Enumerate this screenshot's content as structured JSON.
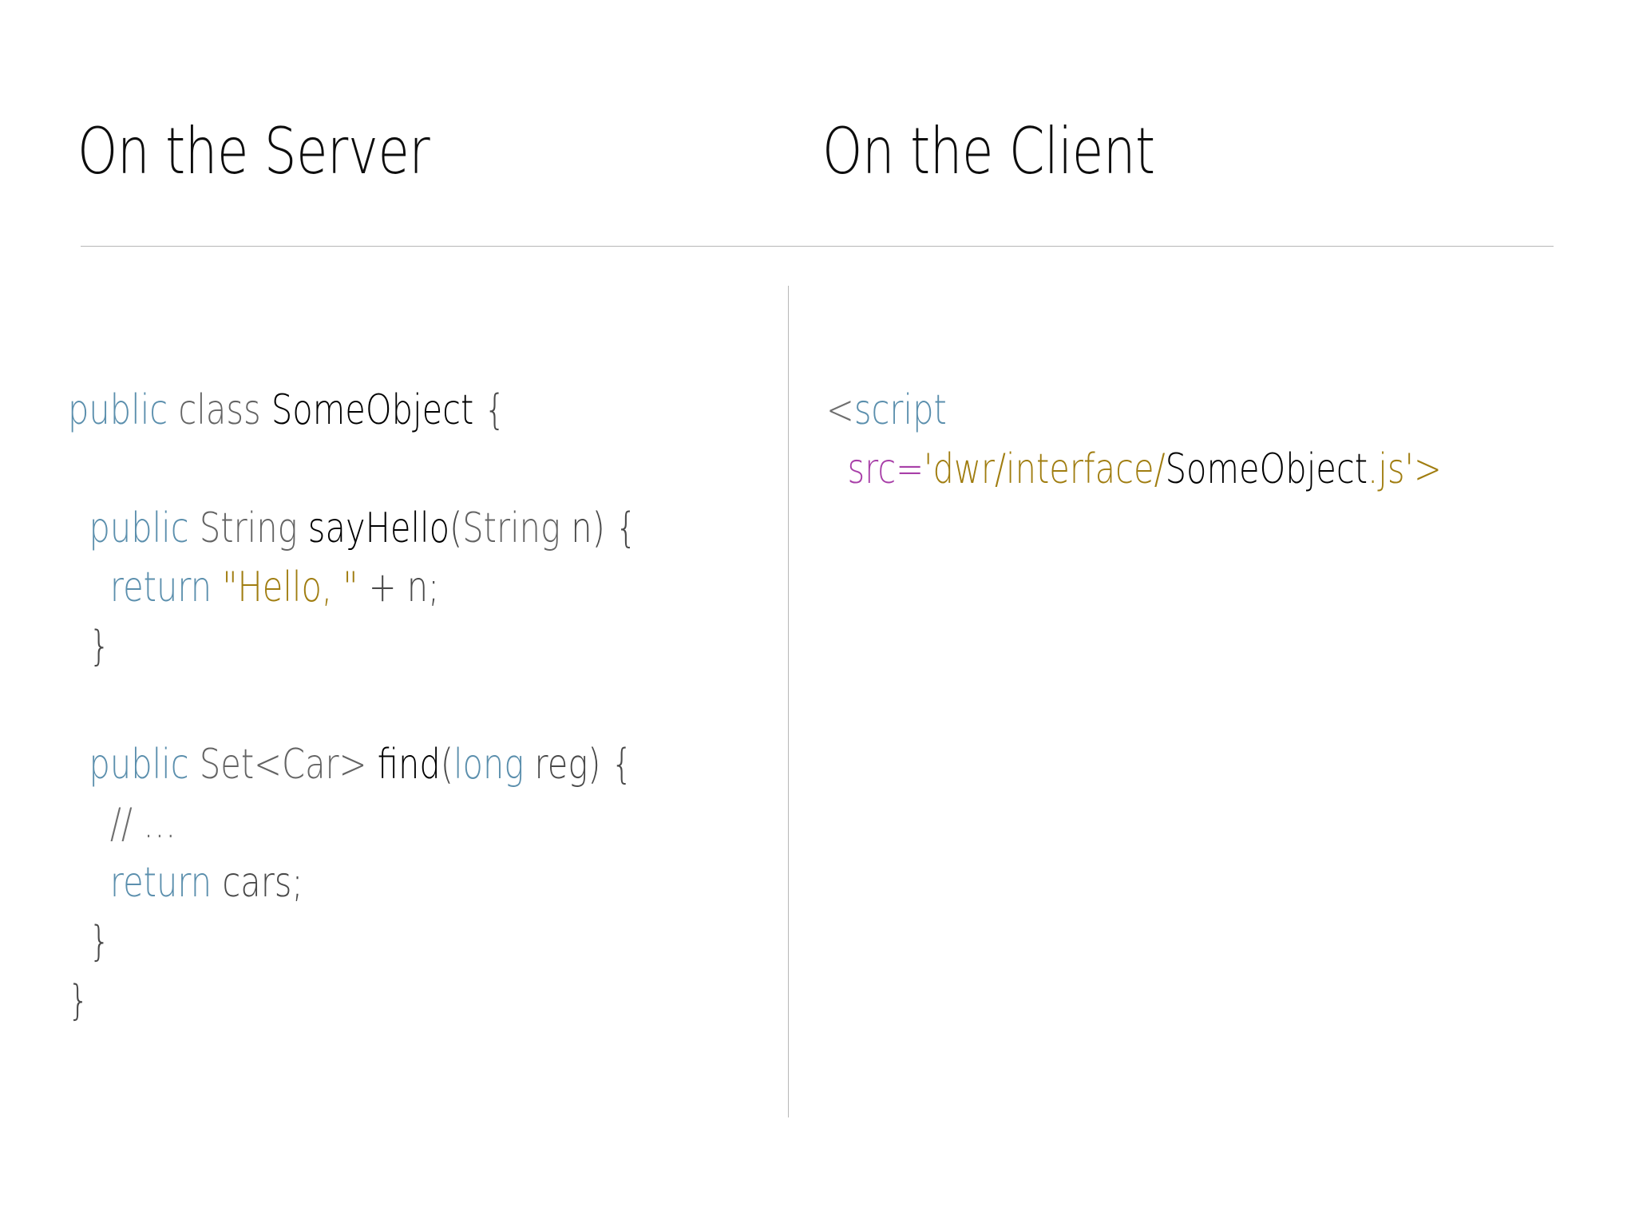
{
  "slide": {
    "background_color": "#ffffff",
    "divider_color": "#b7b7b7"
  },
  "headings": {
    "server": "On the Server",
    "client": "On the Client"
  },
  "colors": {
    "keyword_blue": "#5b8fad",
    "type_grey": "#646464",
    "identifier_black": "#000000",
    "string_gold": "#a07d10",
    "attribute_purple": "#a83fa8",
    "comment_grey": "#6e6e6e",
    "rule_grey": "#b7b7b7"
  },
  "server_code": {
    "lines": [
      {
        "tokens": [
          {
            "t": "public",
            "c": "kw"
          },
          {
            "t": " ",
            "c": "punc"
          },
          {
            "t": "class",
            "c": "type"
          },
          {
            "t": " ",
            "c": "punc"
          },
          {
            "t": "SomeObject",
            "c": "name"
          },
          {
            "t": " {",
            "c": "punc"
          }
        ]
      },
      {
        "tokens": []
      },
      {
        "tokens": [
          {
            "t": "  ",
            "c": "punc"
          },
          {
            "t": "public",
            "c": "kw"
          },
          {
            "t": " ",
            "c": "punc"
          },
          {
            "t": "String",
            "c": "type"
          },
          {
            "t": " ",
            "c": "punc"
          },
          {
            "t": "sayHello",
            "c": "name"
          },
          {
            "t": "(",
            "c": "punc"
          },
          {
            "t": "String",
            "c": "type"
          },
          {
            "t": " n",
            "c": "punc"
          },
          {
            "t": ") {",
            "c": "punc"
          }
        ]
      },
      {
        "tokens": [
          {
            "t": "    ",
            "c": "punc"
          },
          {
            "t": "return",
            "c": "kw"
          },
          {
            "t": " ",
            "c": "punc"
          },
          {
            "t": "\"Hello, \"",
            "c": "str"
          },
          {
            "t": " + n;",
            "c": "punc"
          }
        ]
      },
      {
        "tokens": [
          {
            "t": "  }",
            "c": "punc"
          }
        ]
      },
      {
        "tokens": []
      },
      {
        "tokens": [
          {
            "t": "  ",
            "c": "punc"
          },
          {
            "t": "public",
            "c": "kw"
          },
          {
            "t": " ",
            "c": "punc"
          },
          {
            "t": "Set<Car>",
            "c": "type"
          },
          {
            "t": " ",
            "c": "punc"
          },
          {
            "t": "find",
            "c": "name"
          },
          {
            "t": "(",
            "c": "punc"
          },
          {
            "t": "long",
            "c": "kw"
          },
          {
            "t": " reg",
            "c": "punc"
          },
          {
            "t": ") {",
            "c": "punc"
          }
        ]
      },
      {
        "tokens": [
          {
            "t": "    ",
            "c": "punc"
          },
          {
            "t": "// …",
            "c": "cmt"
          }
        ]
      },
      {
        "tokens": [
          {
            "t": "    ",
            "c": "punc"
          },
          {
            "t": "return",
            "c": "kw"
          },
          {
            "t": " cars;",
            "c": "punc"
          }
        ]
      },
      {
        "tokens": [
          {
            "t": "  }",
            "c": "punc"
          }
        ]
      },
      {
        "tokens": [
          {
            "t": "}",
            "c": "punc"
          }
        ]
      }
    ],
    "plain_text": "public class SomeObject {\n\n  public String sayHello(String n) {\n    return \"Hello, \" + n;\n  }\n\n  public Set<Car> find(long reg) {\n    // …\n    return cars;\n  }\n}"
  },
  "client_code": {
    "lines": [
      {
        "tokens": [
          {
            "t": "<",
            "c": "angle"
          },
          {
            "t": "script",
            "c": "tag"
          }
        ]
      },
      {
        "tokens": [
          {
            "t": "  ",
            "c": "punc"
          },
          {
            "t": "src",
            "c": "attr"
          },
          {
            "t": "=",
            "c": "attr"
          },
          {
            "t": "'dwr/interface/",
            "c": "str"
          },
          {
            "t": "SomeObject",
            "c": "name"
          },
          {
            "t": ".js'>",
            "c": "str"
          }
        ]
      }
    ],
    "plain_text": "<script\n  src='dwr/interface/SomeObject.js'>"
  }
}
